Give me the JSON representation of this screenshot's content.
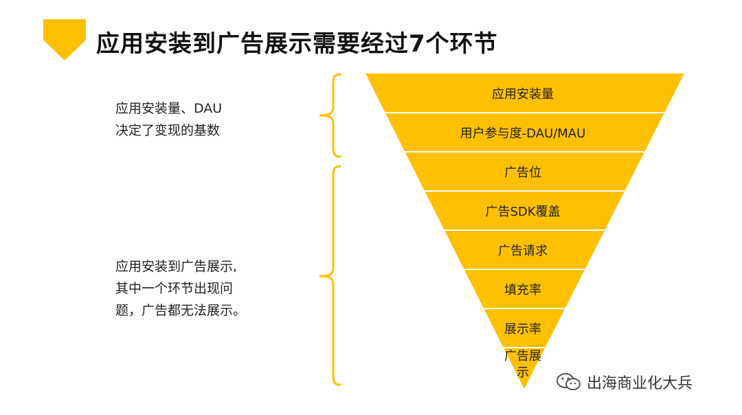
{
  "title": "应用安装到广告展示需要经过7个环节",
  "side_notes": [
    {
      "lines": [
        "应用安装量、DAU",
        "决定了变现的基数"
      ]
    },
    {
      "lines": [
        "应用安装到广告展示,",
        "其中一个环节出现问",
        "题，广告都无法展示。"
      ]
    }
  ],
  "funnel": {
    "steps": [
      {
        "label": "应用安装量"
      },
      {
        "label": "用户参与度-DAU/MAU"
      },
      {
        "label": "广告位"
      },
      {
        "label": "广告SDK覆盖"
      },
      {
        "label": "广告请求"
      },
      {
        "label": "填充率"
      },
      {
        "label": "展示率"
      },
      {
        "label": "广告展示"
      }
    ]
  },
  "colors": {
    "accent": "#FFC000",
    "bracket": "#FFC000",
    "divider": "#ffffff",
    "text": "#222222"
  },
  "watermark": {
    "icon": "wechat-icon",
    "text": "出海商业化大兵"
  }
}
